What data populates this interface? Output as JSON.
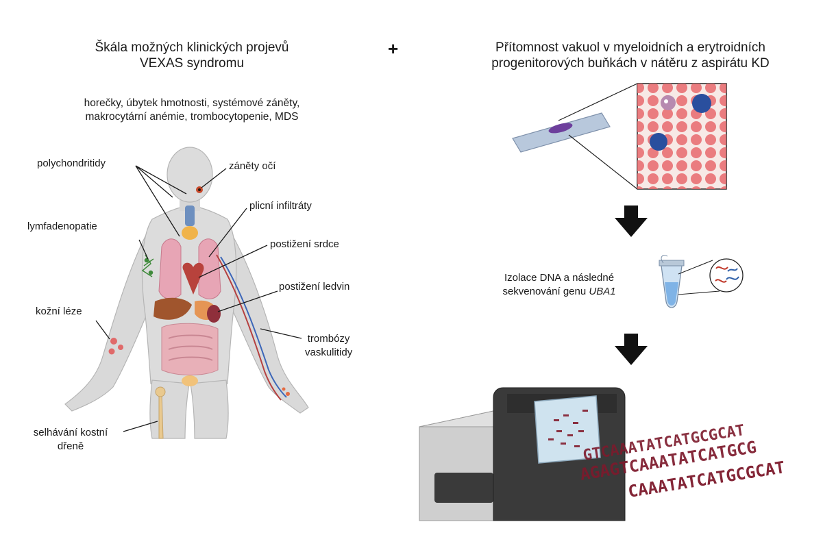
{
  "left": {
    "title_line1": "Škála možných klinických projevů",
    "title_line2": "VEXAS syndromu",
    "symptoms_line1": "horečky, úbytek hmotnosti, systémové záněty,",
    "symptoms_line2": "makrocytární anémie, trombocytopenie, MDS",
    "labels": {
      "polychondritidy": "polychondritidy",
      "zanety_oci": "záněty očí",
      "plicni_infiltraty": "plicní infiltráty",
      "lymfadenopatie": "lymfadenopatie",
      "postizeni_srdce": "postižení srdce",
      "postizeni_ledvin": "postižení ledvin",
      "kozni_leze": "kožní léze",
      "trombozy": "trombózy",
      "vaskulitidy": "vaskulitidy",
      "selhavani_line1": "selhávání kostní",
      "selhavani_line2": "dřeně"
    }
  },
  "plus": "+",
  "right": {
    "title_line1": "Přítomnost vakuol v myeloidních a erytroidních",
    "title_line2": "progenitorových buňkách v nátěru z aspirátu KD",
    "dna_line1": "Izolace DNA a následné",
    "dna_line2_prefix": "sekvenování genu ",
    "dna_gene": "UBA1",
    "sequences": [
      "GTCAAATATCATGCGCAT",
      "AGAGTCAAATATCATGCG",
      "CAAATATCATGCGCAT"
    ]
  },
  "colors": {
    "text": "#1a1a1a",
    "arrow": "#111111",
    "rbc": "#e8686c",
    "blast": "#2a4f9e",
    "sequence": "#7d1a2c",
    "body_skin": "#dcdcdc",
    "machine_dark": "#3a3a3a"
  }
}
